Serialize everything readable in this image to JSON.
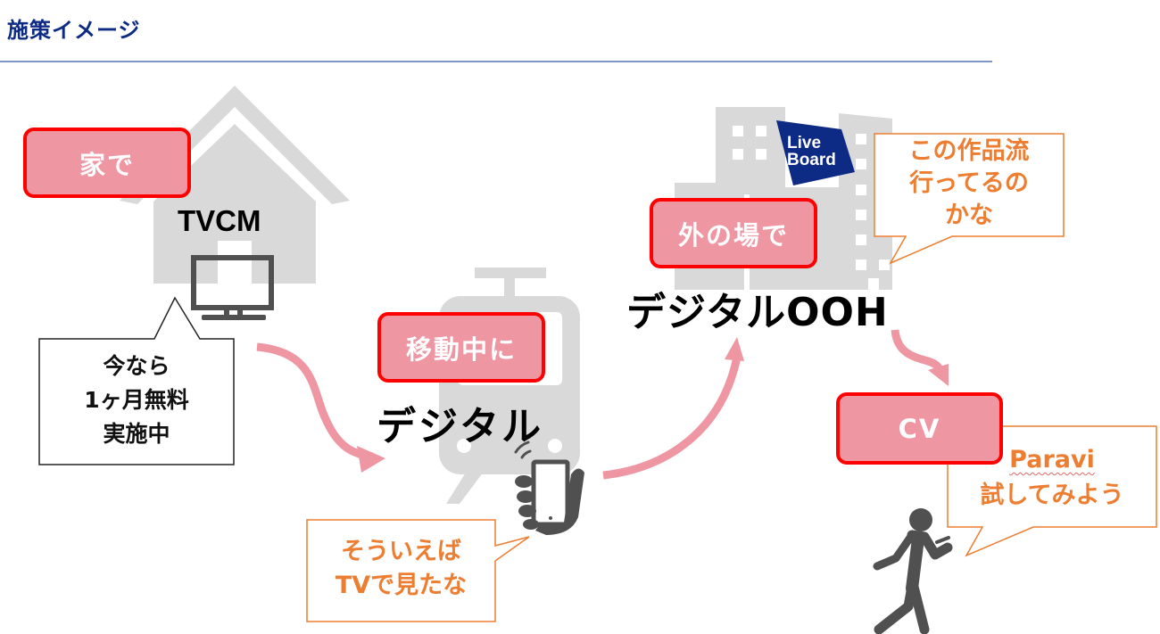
{
  "header": {
    "title": "施策イメージ"
  },
  "colors": {
    "title_blue": "#0d2a85",
    "tag_fill": "#ef96a3",
    "tag_border": "#ff0000",
    "arrow_pink": "#ef96a3",
    "icon_gray": "#d9d9d9",
    "icon_dark": "#505050",
    "bubble_orange": "#ed7d31",
    "liveboard_blue": "#0d2a85"
  },
  "stages": [
    {
      "tag": "家で",
      "media": "TVCM",
      "icon": "house-icon",
      "bubble": [
        "今なら",
        "1ヶ月無料",
        "実施中"
      ]
    },
    {
      "tag": "移動中に",
      "media": "デジタル",
      "icon": "train-icon",
      "bubble": [
        "そういえば",
        "TVで見たな"
      ]
    },
    {
      "tag": "外の場で",
      "media": "デジタルOOH",
      "icon": "buildings-icon",
      "logo": [
        "Live",
        "Board"
      ],
      "bubble": [
        "この作品流",
        "行ってるの",
        "かな"
      ]
    },
    {
      "tag": "CV",
      "icon": "walking-person-icon",
      "bubble": [
        "Paravi",
        "試してみよう"
      ]
    }
  ]
}
